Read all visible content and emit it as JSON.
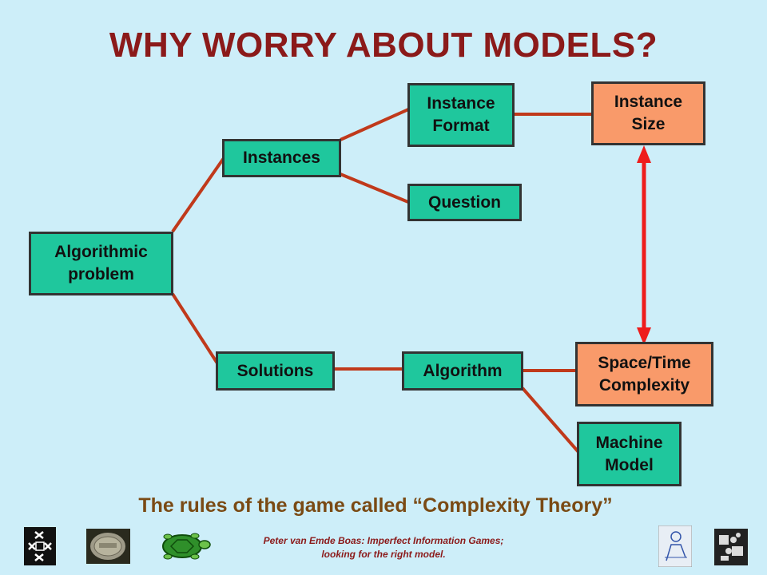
{
  "title": "WHY WORRY ABOUT MODELS?",
  "nodes": {
    "algorithmic_problem": "Algorithmic\nproblem",
    "instances": "Instances",
    "solutions": "Solutions",
    "instance_format": "Instance\nFormat",
    "question": "Question",
    "instance_size": "Instance\nSize",
    "algorithm": "Algorithm",
    "space_time": "Space/Time\nComplexity",
    "machine_model": "Machine\nModel"
  },
  "colors": {
    "node": "#1fc79d",
    "highlight_node": "#f99a6a",
    "connector": "#c0391b",
    "arrow": "#ee1c1c",
    "title": "#8b1a1a",
    "subtitle": "#7a4a14",
    "background": "#cdeef9"
  },
  "subtitle": "The rules of the game called “Complexity Theory”",
  "footer": "Peter van Emde Boas: Imperfect Information Games;\nlooking for the right model.",
  "logos": [
    "uva-logo-icon",
    "coin-icon",
    "turtle-icon",
    "person-sketch-icon",
    "puzzle-icon"
  ]
}
